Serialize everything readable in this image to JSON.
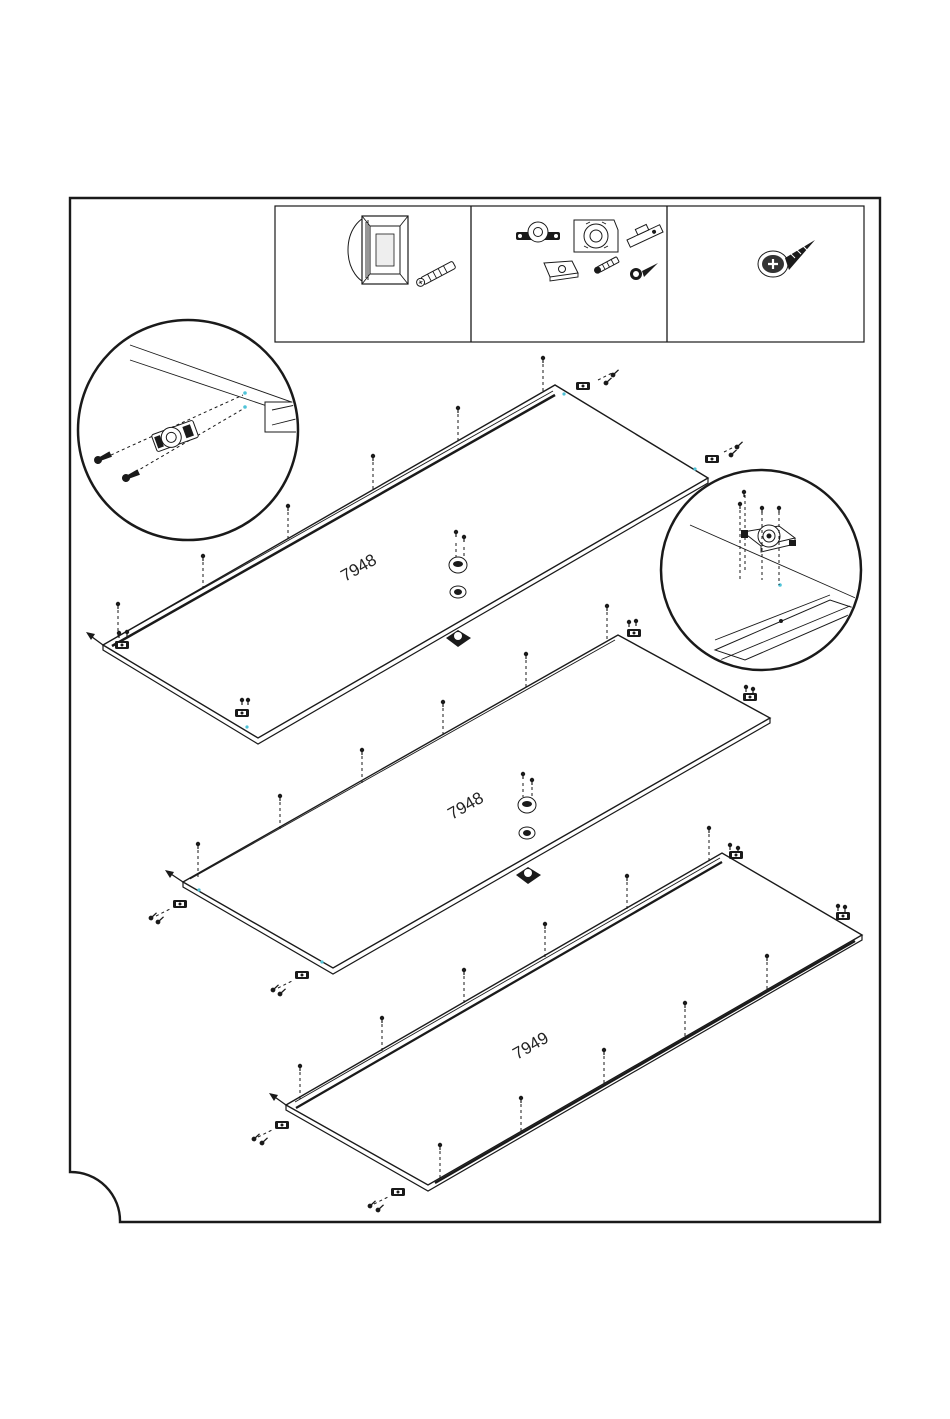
{
  "panels": [
    {
      "part_number": "7948"
    },
    {
      "part_number": "7948"
    },
    {
      "part_number": "7949"
    }
  ],
  "hardware_box": {
    "cells": [
      {
        "icon": "cam-lock-and-dowel-icon"
      },
      {
        "icon": "connector-fittings-icon"
      },
      {
        "icon": "screw-icon"
      }
    ]
  },
  "detail_views": [
    {
      "icon": "detail-cam-fitting-icon"
    },
    {
      "icon": "detail-connector-fitting-icon"
    }
  ]
}
